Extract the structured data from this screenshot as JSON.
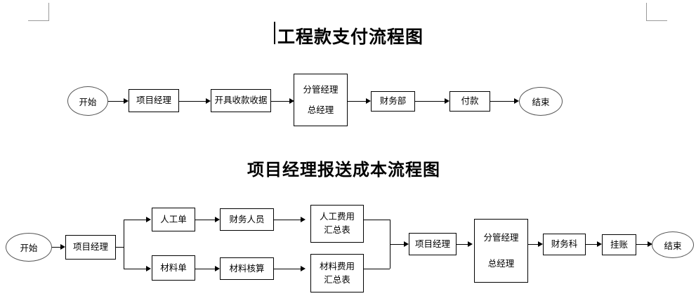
{
  "document": {
    "corner_marks": [
      "top-left",
      "top-right"
    ],
    "text_cursor_visible": true
  },
  "chart_data": {
    "type": "diagram",
    "title": "Two business process flowcharts",
    "charts": [
      {
        "title": "工程款支付流程图",
        "nodes": [
          {
            "id": "f1-start",
            "label": "开始",
            "shape": "ellipse"
          },
          {
            "id": "f1-pm",
            "label": "项目经理",
            "shape": "rect"
          },
          {
            "id": "f1-receipt",
            "label": "开具收款收据",
            "shape": "rect"
          },
          {
            "id": "f1-mgr",
            "label_lines": [
              "分管经理",
              "总经理"
            ],
            "shape": "rect"
          },
          {
            "id": "f1-finance",
            "label": "财务部",
            "shape": "rect"
          },
          {
            "id": "f1-pay",
            "label": "付款",
            "shape": "rect"
          },
          {
            "id": "f1-end",
            "label": "结束",
            "shape": "ellipse"
          }
        ],
        "edges": [
          {
            "from": "f1-start",
            "to": "f1-pm"
          },
          {
            "from": "f1-pm",
            "to": "f1-receipt"
          },
          {
            "from": "f1-receipt",
            "to": "f1-mgr"
          },
          {
            "from": "f1-mgr",
            "to": "f1-finance"
          },
          {
            "from": "f1-finance",
            "to": "f1-pay"
          },
          {
            "from": "f1-pay",
            "to": "f1-end"
          }
        ]
      },
      {
        "title": "项目经理报送成本流程图",
        "nodes": [
          {
            "id": "f2-start",
            "label": "开始",
            "shape": "ellipse"
          },
          {
            "id": "f2-pm",
            "label": "项目经理",
            "shape": "rect"
          },
          {
            "id": "f2-labor-doc",
            "label": "人工单",
            "shape": "rect"
          },
          {
            "id": "f2-mat-doc",
            "label": "材料单",
            "shape": "rect"
          },
          {
            "id": "f2-fin-staff",
            "label": "财务人员",
            "shape": "rect"
          },
          {
            "id": "f2-mat-acct",
            "label": "材料核算",
            "shape": "rect"
          },
          {
            "id": "f2-labor-sum",
            "label_lines": [
              "人工费用",
              "汇总表"
            ],
            "shape": "rect"
          },
          {
            "id": "f2-mat-sum",
            "label_lines": [
              "材料费用",
              "汇总表"
            ],
            "shape": "rect"
          },
          {
            "id": "f2-pm2",
            "label": "项目经理",
            "shape": "rect"
          },
          {
            "id": "f2-mgr",
            "label_lines": [
              "分管经理",
              "总经理"
            ],
            "shape": "rect"
          },
          {
            "id": "f2-fin-dept",
            "label": "财务科",
            "shape": "rect"
          },
          {
            "id": "f2-post",
            "label": "挂账",
            "shape": "rect"
          },
          {
            "id": "f2-end",
            "label": "结束",
            "shape": "ellipse"
          }
        ],
        "edges": [
          {
            "from": "f2-start",
            "to": "f2-pm"
          },
          {
            "from": "f2-pm",
            "to": "f2-labor-doc"
          },
          {
            "from": "f2-pm",
            "to": "f2-mat-doc"
          },
          {
            "from": "f2-labor-doc",
            "to": "f2-fin-staff"
          },
          {
            "from": "f2-mat-doc",
            "to": "f2-mat-acct"
          },
          {
            "from": "f2-fin-staff",
            "to": "f2-labor-sum"
          },
          {
            "from": "f2-mat-acct",
            "to": "f2-mat-sum"
          },
          {
            "from": "f2-labor-sum",
            "to": "f2-pm2"
          },
          {
            "from": "f2-mat-sum",
            "to": "f2-pm2"
          },
          {
            "from": "f2-pm2",
            "to": "f2-mgr"
          },
          {
            "from": "f2-mgr",
            "to": "f2-fin-dept"
          },
          {
            "from": "f2-fin-dept",
            "to": "f2-post"
          },
          {
            "from": "f2-post",
            "to": "f2-end"
          }
        ]
      }
    ]
  },
  "flow1": {
    "title": "工程款支付流程图",
    "start": "开始",
    "pm": "项目经理",
    "receipt": "开具收款收据",
    "mgr_line1": "分管经理",
    "mgr_line2": "总经理",
    "finance": "财务部",
    "pay": "付款",
    "end": "结束"
  },
  "flow2": {
    "title": "项目经理报送成本流程图",
    "start": "开始",
    "pm": "项目经理",
    "labor_doc": "人工单",
    "mat_doc": "材料单",
    "fin_staff": "财务人员",
    "mat_acct": "材料核算",
    "labor_sum_line1": "人工费用",
    "labor_sum_line2": "汇总表",
    "mat_sum_line1": "材料费用",
    "mat_sum_line2": "汇总表",
    "pm2": "项目经理",
    "mgr_line1": "分管经理",
    "mgr_line2": "总经理",
    "fin_dept": "财务科",
    "post": "挂账",
    "end": "结束"
  },
  "colors": {
    "line": "#000000",
    "corner_mark": "#9a9a9a",
    "background": "#ffffff"
  }
}
